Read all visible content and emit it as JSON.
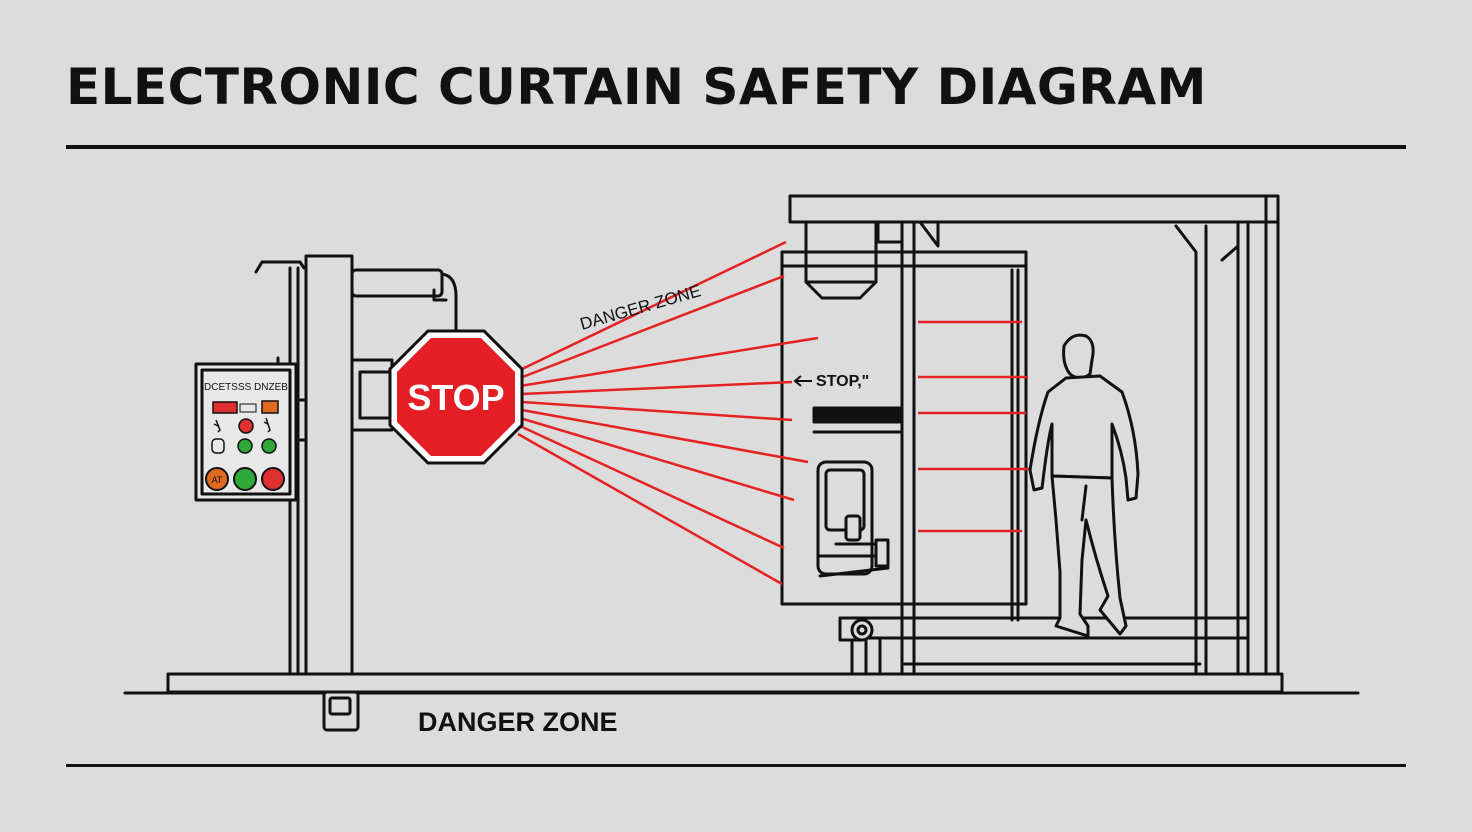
{
  "title": "ELECTRONIC CURTAIN SAFETY DIAGRAM",
  "labels": {
    "stop_sign": "STOP",
    "danger_zone_angled": "DANGER ZONE",
    "stop_pointer": "STOP,\"",
    "danger_zone_bottom": "DANGER ZONE",
    "panel_heading": "DCETSSS DNZEB",
    "panel_button": "AT"
  },
  "colors": {
    "beam": "#e52222",
    "stop_sign": "#e31e24",
    "ink": "#111111",
    "background": "#dcdcdc",
    "button_red": "#e03030",
    "button_green": "#2faa3a",
    "button_orange": "#e06a20"
  },
  "icons": [
    "stop-sign-icon",
    "person-walking-icon",
    "control-panel-icon",
    "light-beam-icon"
  ]
}
